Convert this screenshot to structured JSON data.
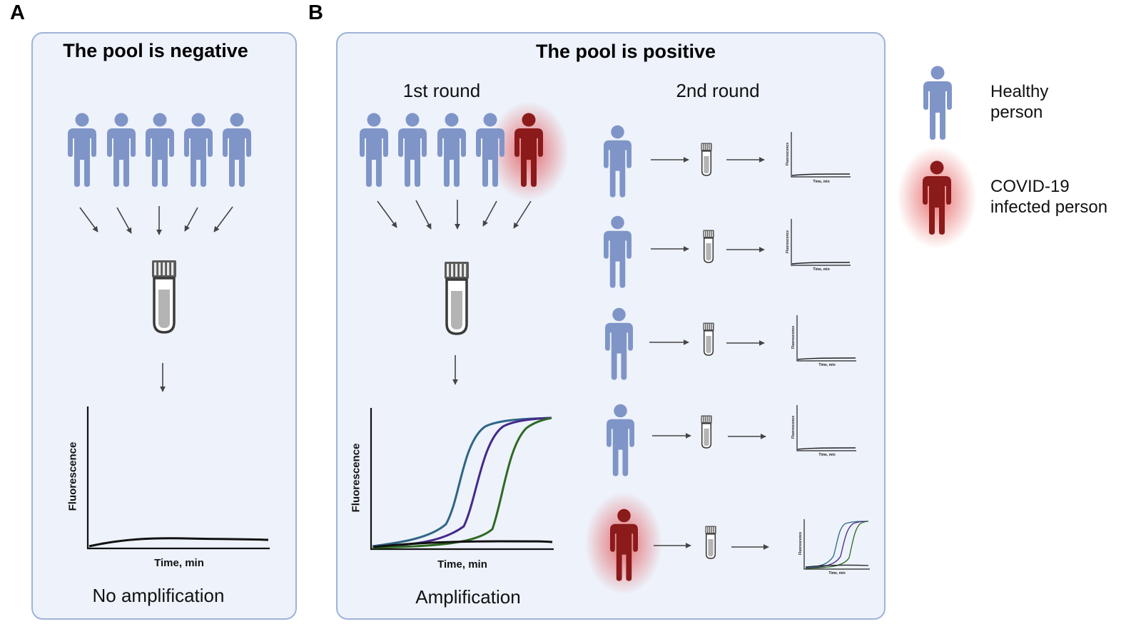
{
  "panels": {
    "a": {
      "letter": "A",
      "title": "The pool is negative",
      "result": "No amplification",
      "chart_xlabel": "Time, min",
      "chart_ylabel": "Fluorescence"
    },
    "b": {
      "letter": "B",
      "title": "The pool is positive",
      "round1": "1st round",
      "round2": "2nd round",
      "result": "Amplification",
      "chart_xlabel": "Time, min",
      "chart_ylabel": "Fluorescence",
      "mini_xlabel": "Time, min",
      "mini_ylabel": "Fluorescence"
    }
  },
  "legend": {
    "healthy": "Healthy person",
    "healthy_line1": "Healthy",
    "healthy_line2": "person",
    "infected": "COVID-19 infected person",
    "infected_line1": "COVID-19",
    "infected_line2": "infected person"
  },
  "colors": {
    "panel_bg": "#edf2fb",
    "panel_border": "#9eb4d8",
    "healthy_person": "#7f95c8",
    "infected_person": "#8b1a1a",
    "infected_glow": "#e04040",
    "tube_outline": "#3a3a3a",
    "tube_liquid": "#b4b4b4",
    "arrow": "#444444",
    "curve_teal": "#2e6585",
    "curve_purple": "#45288a",
    "curve_green": "#2f6a23",
    "baseline": "#111111"
  },
  "icons": {
    "person": "person-icon",
    "tube": "test-tube-icon",
    "arrow": "arrow-icon"
  },
  "chart_data": [
    {
      "type": "line",
      "panel": "A",
      "xlabel": "Time, min",
      "ylabel": "Fluorescence",
      "series": [
        {
          "values": "flat baseline (no amplification)"
        }
      ]
    },
    {
      "type": "line",
      "panel": "B",
      "xlabel": "Time, min",
      "ylabel": "Fluorescence",
      "series": [
        {
          "values": "sigmoid amplification curve (earliest)"
        },
        {
          "values": "sigmoid amplification curve (middle)"
        },
        {
          "values": "sigmoid amplification curve (latest)"
        },
        {
          "values": "flat baseline"
        }
      ]
    }
  ]
}
